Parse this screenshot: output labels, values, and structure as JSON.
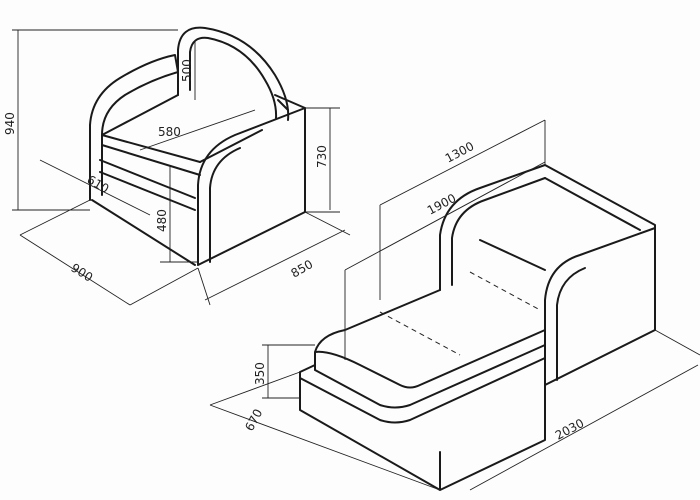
{
  "armchair": {
    "height_total": "940",
    "back_height": "500",
    "seat_width": "580",
    "arm_height": "730",
    "seat_depth": "610",
    "seat_height": "480",
    "width": "900",
    "depth": "850"
  },
  "sofa_bed": {
    "inner_length": "1300",
    "bed_length": "1900",
    "bed_height": "350",
    "bed_width": "670",
    "total_length": "2030"
  }
}
